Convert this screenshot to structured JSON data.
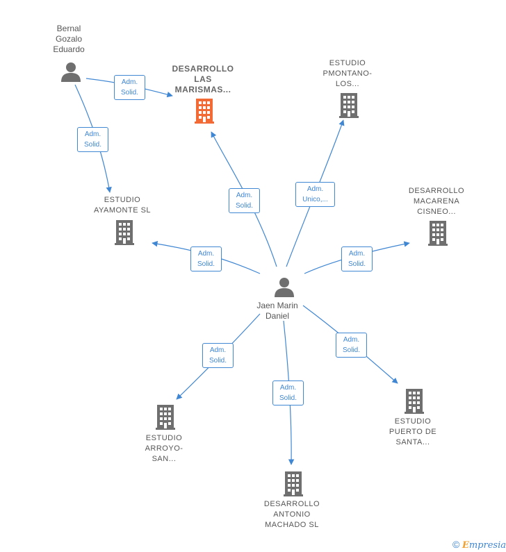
{
  "nodes": {
    "bernal": {
      "label": "Bernal\nGozalo\nEduardo"
    },
    "jaen": {
      "label": "Jaen Marin\nDaniel"
    },
    "marismas": {
      "label": "DESARROLLO\nLAS\nMARISMAS..."
    },
    "pmontano": {
      "label": "ESTUDIO\nPMONTANO-\nLOS..."
    },
    "ayamonte": {
      "label": "ESTUDIO\nAYAMONTE  SL"
    },
    "macarena": {
      "label": "DESARROLLO\nMACARENA\nCISNEO..."
    },
    "arroyo": {
      "label": "ESTUDIO\nARROYO-\nSAN..."
    },
    "machado": {
      "label": "DESARROLLO\nANTONIO\nMACHADO  SL"
    },
    "puerto": {
      "label": "ESTUDIO\nPUERTO DE\nSANTA..."
    }
  },
  "edges": {
    "bernal_marismas": "Adm.\nSolid.",
    "bernal_ayamonte": "Adm.\nSolid.",
    "jaen_marismas": "Adm.\nSolid.",
    "jaen_pmontano": "Adm.\nUnico,...",
    "jaen_ayamonte": "Adm.\nSolid.",
    "jaen_macarena": "Adm.\nSolid.",
    "jaen_arroyo": "Adm.\nSolid.",
    "jaen_machado": "Adm.\nSolid.",
    "jaen_puerto": "Adm.\nSolid."
  },
  "colors": {
    "edge": "#3f86d3",
    "building": "#6f6f6f",
    "building_focus": "#f26a35",
    "person": "#6f6f6f"
  },
  "footer": {
    "copyright": "©",
    "brand_e": "E",
    "brand_rest": "mpresia"
  }
}
